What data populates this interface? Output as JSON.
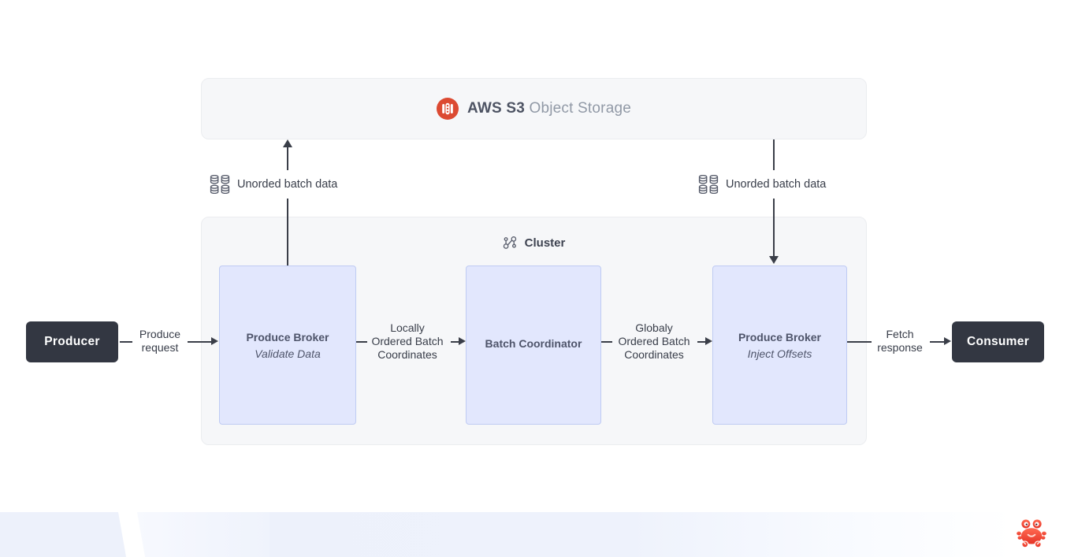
{
  "colors": {
    "accent_red": "#dc4a32",
    "panel_bg": "#f6f7f9",
    "panel_border": "#ebedf0",
    "node_bg": "#e2e7fd",
    "node_border": "#bfcbf3",
    "endpoint_bg": "#333742",
    "line": "#3a3e48",
    "footer_bg": "#edf1fb"
  },
  "storage_panel": {
    "icon": "s3-bucket-icon",
    "title_primary": "AWS S3",
    "title_secondary": "Object Storage"
  },
  "cluster_panel": {
    "icon": "cluster-icon",
    "title": "Cluster",
    "nodes": [
      {
        "title": "Produce Broker",
        "subtitle": "Validate Data"
      },
      {
        "title": "Batch Coordinator",
        "subtitle": ""
      },
      {
        "title": "Produce Broker",
        "subtitle": "Inject Offsets"
      }
    ]
  },
  "endpoints": {
    "producer": "Producer",
    "consumer": "Consumer"
  },
  "edges": {
    "produce_request": {
      "lines": [
        "Produce",
        "request"
      ]
    },
    "locally_ordered": {
      "lines": [
        "Locally",
        "Ordered Batch",
        "Coordinates"
      ]
    },
    "globally_ordered": {
      "lines": [
        "Globaly",
        "Ordered Batch",
        "Coordinates"
      ]
    },
    "fetch_response": {
      "lines": [
        "Fetch",
        "response"
      ]
    },
    "unordered_left": {
      "label": "Unorded batch data",
      "icon": "database-grid-icon"
    },
    "unordered_right": {
      "label": "Unorded batch data",
      "icon": "database-grid-icon"
    }
  },
  "footer": {
    "icon": "crab-icon"
  }
}
